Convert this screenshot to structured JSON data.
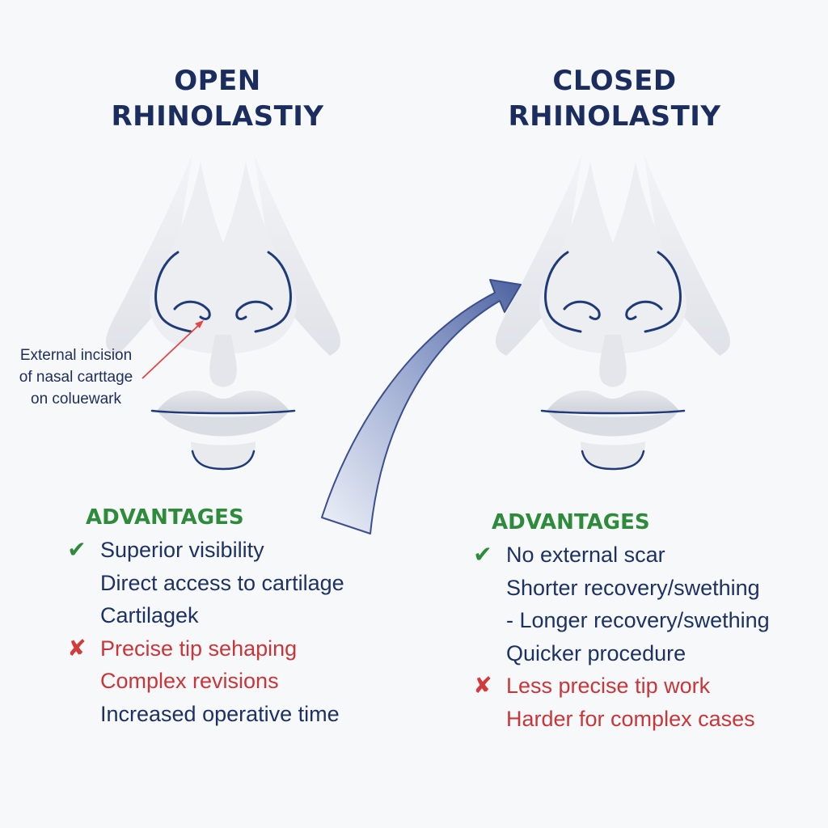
{
  "panels": {
    "open": {
      "title_line1": "OPEN",
      "title_line2": "RHINOLASTIY",
      "callout": [
        "External incision",
        "of nasal carttage",
        "on coluewark"
      ],
      "advantages_heading": "ADVANTAGES",
      "items": [
        {
          "text": "Superior visibility",
          "mark": "check",
          "kind": "pro"
        },
        {
          "text": "Direct access to cartilage",
          "mark": "",
          "kind": "pro"
        },
        {
          "text": "Cartilagek",
          "mark": "",
          "kind": "pro"
        },
        {
          "text": "Precise tip sehaping",
          "mark": "cross",
          "kind": "con"
        },
        {
          "text": "Complex revisions",
          "mark": "",
          "kind": "con"
        },
        {
          "text": "Increased operative time",
          "mark": "",
          "kind": "pro"
        }
      ]
    },
    "closed": {
      "title_line1": "CLOSED",
      "title_line2": "RHINOLASTIY",
      "advantages_heading": "ADVANTAGES",
      "items": [
        {
          "text": "No external scar",
          "mark": "check",
          "kind": "pro"
        },
        {
          "text": "Shorter recovery/swething",
          "mark": "",
          "kind": "pro"
        },
        {
          "text": "- Longer recovery/swething",
          "mark": "",
          "kind": "pro"
        },
        {
          "text": "Quicker procedure",
          "mark": "",
          "kind": "pro"
        },
        {
          "text": "Less precise tip work",
          "mark": "cross",
          "kind": "con"
        },
        {
          "text": "Harder for complex cases",
          "mark": "",
          "kind": "con"
        }
      ]
    }
  },
  "icons": {
    "check": "✔",
    "cross": "✘"
  },
  "colors": {
    "title": "#1a2d5e",
    "outline": "#1f3a78",
    "pro_text": "#1d3263",
    "con_text": "#c8363a",
    "heading_green": "#2e8b3c",
    "callout_arrow": "#e04646",
    "transition_arrow": "#5a6fa8"
  }
}
